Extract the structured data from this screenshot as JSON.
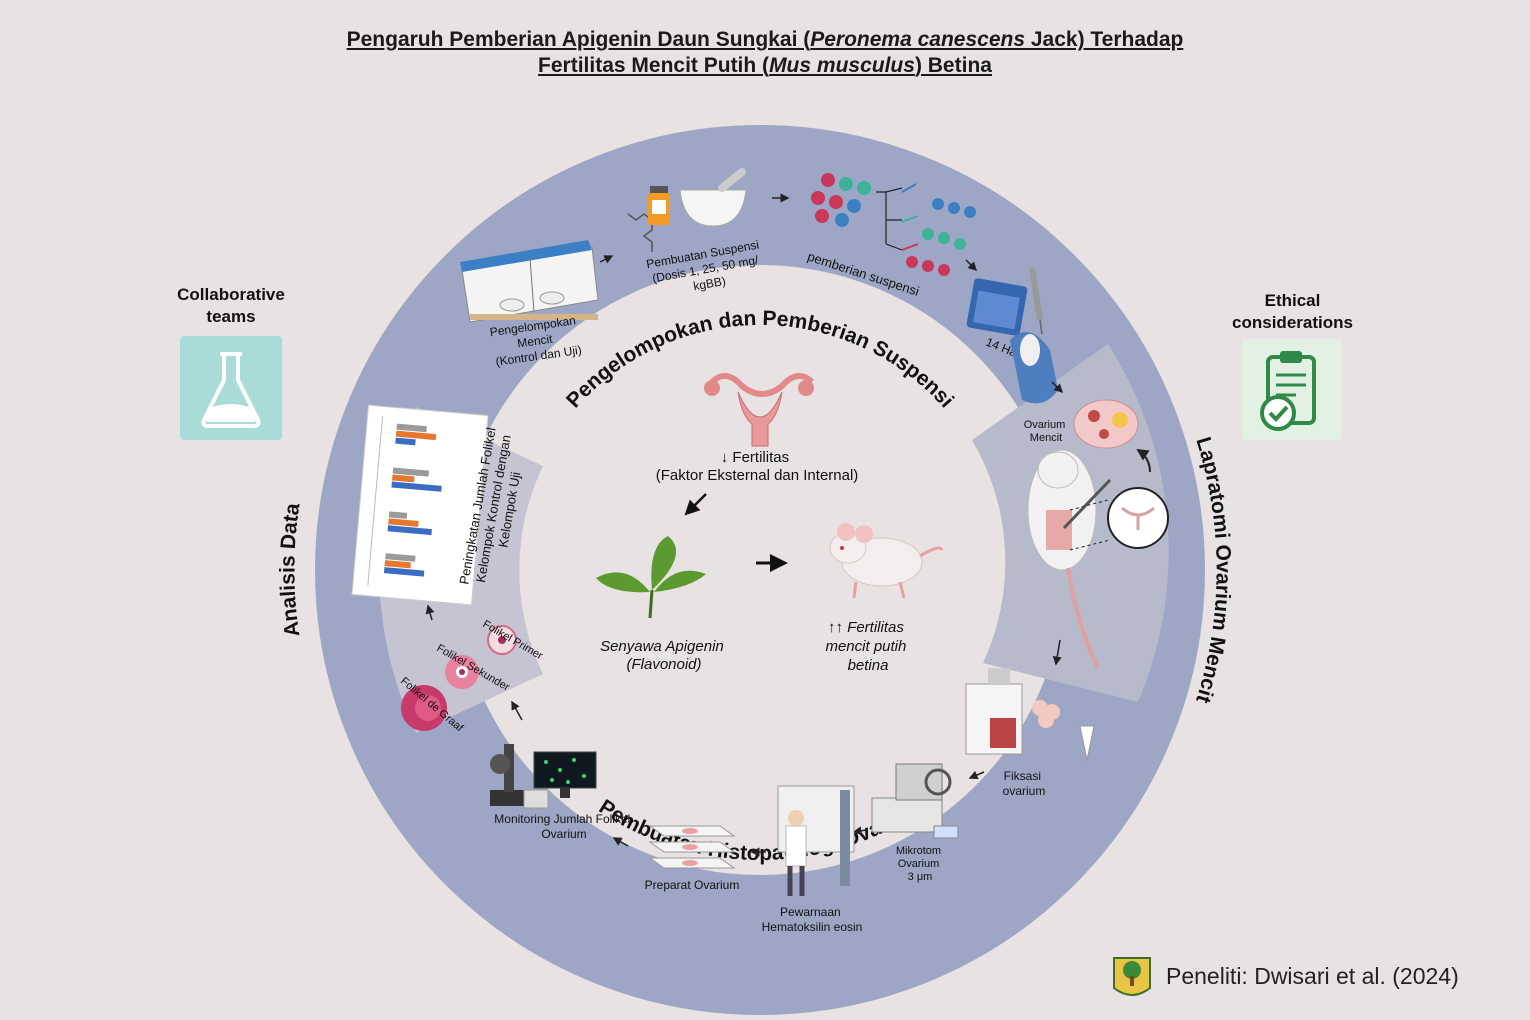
{
  "title": {
    "line1_a": "Pengaruh Pemberian Apigenin Daun Sungkai (",
    "line1_italic": "Peronema canescens",
    "line1_b": " Jack) Terhadap",
    "line2_a": "Fertilitas Mencit Putih (",
    "line2_italic": "Mus musculus",
    "line2_b": ") Betina"
  },
  "side": {
    "collab": [
      "Collaborative",
      "teams"
    ],
    "ethical": [
      "Ethical",
      "considerations"
    ]
  },
  "ring_titles": {
    "top": "Pengelompokan dan Pemberian Suspensi",
    "right": "Lapratomi Ovarium Mencit",
    "bottom": "Pembuatan Histopatologi Ovarium",
    "left": "Analisis Data"
  },
  "steps": {
    "grouping": [
      "Pengelompokan",
      "Mencit",
      "(Kontrol dan Uji)"
    ],
    "suspension": [
      "Pembuatan Suspensi",
      "(Dosis 1, 25, 50 mg/",
      "kgBB)"
    ],
    "giving": "pemberian suspensi",
    "days": "14 Hari",
    "ovary": [
      "Ovarium",
      "Mencit"
    ],
    "fixation": [
      "Fiksasi",
      "ovarium"
    ],
    "microtome": [
      "Mikrotom",
      "Ovarium",
      "3 μm"
    ],
    "staining": [
      "Pewarnaan",
      "Hematoksilin eosin"
    ],
    "slides": "Preparat Ovarium",
    "monitoring": [
      "Monitoring Jumlah Folikel",
      "Ovarium"
    ],
    "follicles": [
      "Folikel Primer",
      "Folikel Sekunder",
      "Folikel de Graaf"
    ],
    "increase": [
      "Peningkatan Jumlah Folikel",
      "Kelompok Kontrol dengan",
      "Kelompok Uji"
    ]
  },
  "center": {
    "fertility_down": [
      "↓ Fertilitas",
      "(Faktor Eksternal dan Internal)"
    ],
    "apigenin": [
      "Senyawa Apigenin",
      "(Flavonoid)"
    ],
    "fertility_up": [
      "↑↑ Fertilitas",
      "mencit putih",
      "betina"
    ]
  },
  "credit": "Peneliti: Dwisari et al. (2024)",
  "colors": {
    "background": "#e8e2e2",
    "ring_dark": "#9da7c5",
    "ring_light": "#c6c3d2",
    "center": "#e8e2e2",
    "flask_card": "#a9dcd8",
    "ethic_card": "#e2f1e4",
    "accent_green": "#2f8a48",
    "leaf_green": "#5a9a2e"
  }
}
